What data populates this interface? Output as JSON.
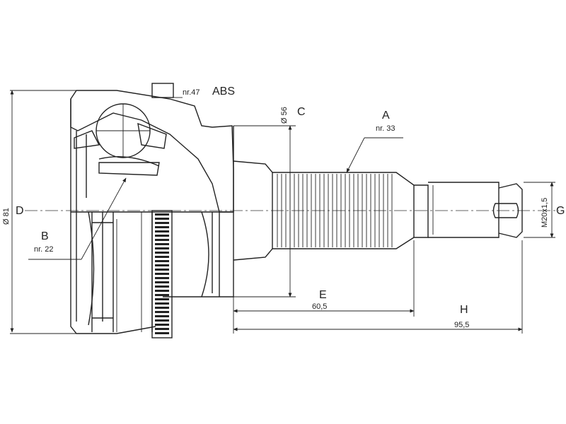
{
  "diagram": {
    "labels": {
      "A": "A",
      "A_sub": "nr. 33",
      "B": "B",
      "B_sub": "nr. 22",
      "C": "C",
      "C_value": "Ø 56",
      "D": "D",
      "D_value": "Ø 81",
      "E": "E",
      "E_value": "60,5",
      "G": "G",
      "G_value": "M20x1,5",
      "H": "H",
      "H_value": "95,5",
      "ABS": "ABS",
      "ABS_sub": "nr.47"
    }
  }
}
